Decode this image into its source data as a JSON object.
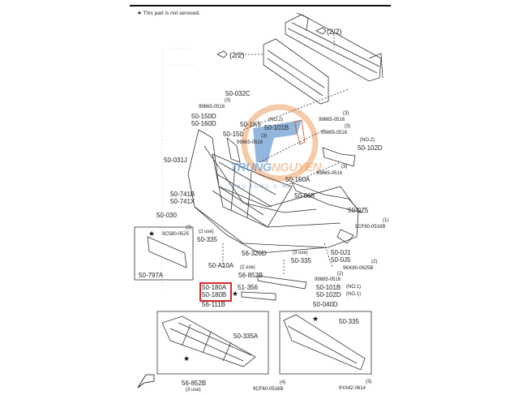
{
  "header": {
    "note": "This part is not serviced.",
    "note_symbol": "★"
  },
  "refs": {
    "ref_a": "(2/2)",
    "ref_b": "(2/2)"
  },
  "labels": [
    "50-032C",
    "(3)",
    "99865-0516",
    "50-150D",
    "50-160D",
    "50-1K5",
    "(NO.2)",
    "50-101B",
    "(3)",
    "99865-0516",
    "(3)",
    "99865-0516",
    "50-150",
    "(3)",
    "99865-0516",
    "(NO.2)",
    "50-102D",
    "50-031J",
    "(3)",
    "99865-0516",
    "50-150A",
    "50-068",
    "50-741B",
    "50-741X",
    "50-030",
    "50-0Z5",
    "(1)",
    "9CF60-0516B",
    "(2)",
    "9C580-0525",
    "(2 use)",
    "50-335",
    "56-320D",
    "50-A10A",
    "50-0J1",
    "50-0J5",
    "(3 use)",
    "50-335",
    "(2)",
    "9KK80-0625B",
    "(2 use)",
    "56-852B",
    "50-797A",
    "(2)",
    "99865-0516",
    "50-180A",
    "50-180B",
    "51-356",
    "50-101B",
    "(NO.1)",
    "50-102D",
    "(NO.1)",
    "56-111B",
    "50-040D",
    "50-335",
    "50-335A",
    "56-852B",
    "(3 use)",
    "(4)",
    "9CF60-0516B",
    "(3)",
    "9YA42-0614"
  ],
  "watermark": {
    "brand_a": "TRUNG",
    "brand_b": "NGUYEN",
    "tagline": "PHỤ TÙNG Ô TÔ"
  },
  "colors": {
    "highlight": "#e0262b",
    "watermark_blue": "#3b7cc4",
    "watermark_orange": "#f0a060"
  }
}
